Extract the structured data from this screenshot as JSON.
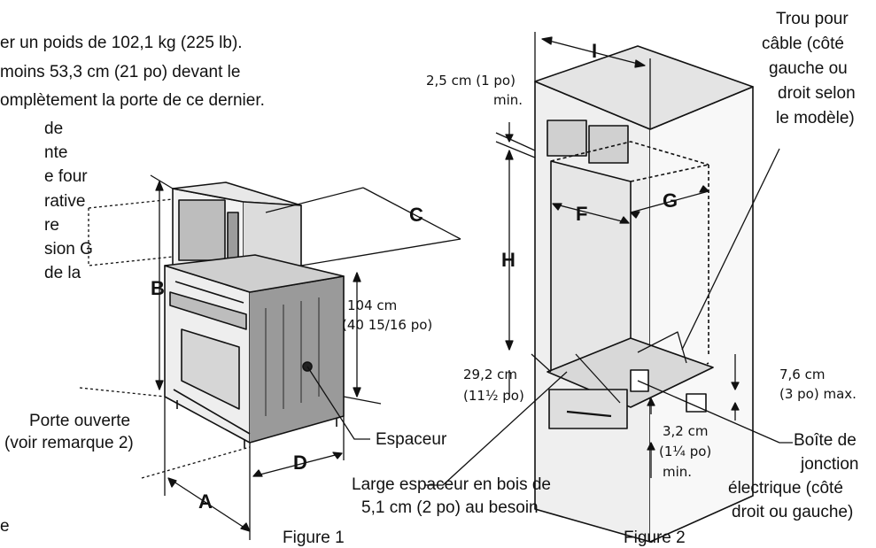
{
  "intro_lines": [
    "er un poids de 102,1 kg (225 lb).",
    "moins 53,3 cm (21 po) devant le",
    "omplètement la porte de ce dernier."
  ],
  "side_fragments": [
    "de",
    "nte",
    "e four",
    "rative",
    "re",
    "sion G",
    "de la"
  ],
  "bottom_fragment": "e",
  "figure1": {
    "caption": "Figure 1",
    "labels": {
      "A": "A",
      "B": "B",
      "C": "C",
      "D": "D"
    },
    "height_line1": "104 cm",
    "height_line2": "(40 15/16 po)",
    "door_open_line1": "Porte ouverte",
    "door_open_line2": "(voir remarque 2)",
    "spacer": "Espaceur",
    "wood_spacer_line1": "Large espaceur en bois de",
    "wood_spacer_line2": "5,1 cm (2 po) au besoin"
  },
  "figure2": {
    "caption": "Figure 2",
    "labels": {
      "I": "I",
      "H": "H",
      "F": "F",
      "G": "G"
    },
    "gap_top_line1": "2,5 cm (1 po)",
    "gap_top_line2": "min.",
    "cable_hole": [
      "Trou pour",
      "câble (côté",
      "gauche ou",
      "droit selon",
      "le modèle)"
    ],
    "floor_gap_line1": "29,2 cm",
    "floor_gap_line2": "(11½ po)",
    "side_gap_line1": "7,6 cm",
    "side_gap_line2": "(3 po) max.",
    "min_gap_line1": "3,2 cm",
    "min_gap_line2": "(1¼ po)",
    "min_gap_line3": "min.",
    "junction_box": [
      "Boîte de",
      "jonction",
      "électrique (côté",
      "droit ou gauche)"
    ]
  }
}
